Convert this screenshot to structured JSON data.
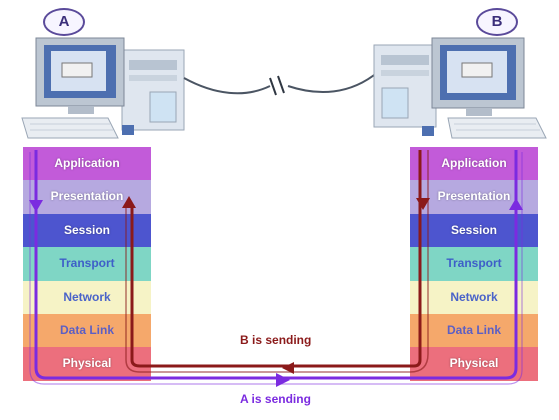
{
  "hosts": {
    "a": {
      "label": "A"
    },
    "b": {
      "label": "B"
    }
  },
  "layers": [
    "Application",
    "Presentation",
    "Session",
    "Transport",
    "Network",
    "Data Link",
    "Physical"
  ],
  "flows": {
    "b_label": "B is sending",
    "a_label": "A is sending"
  },
  "colors": {
    "b_path": "#8b1a1a",
    "a_path": "#7b2be0"
  }
}
